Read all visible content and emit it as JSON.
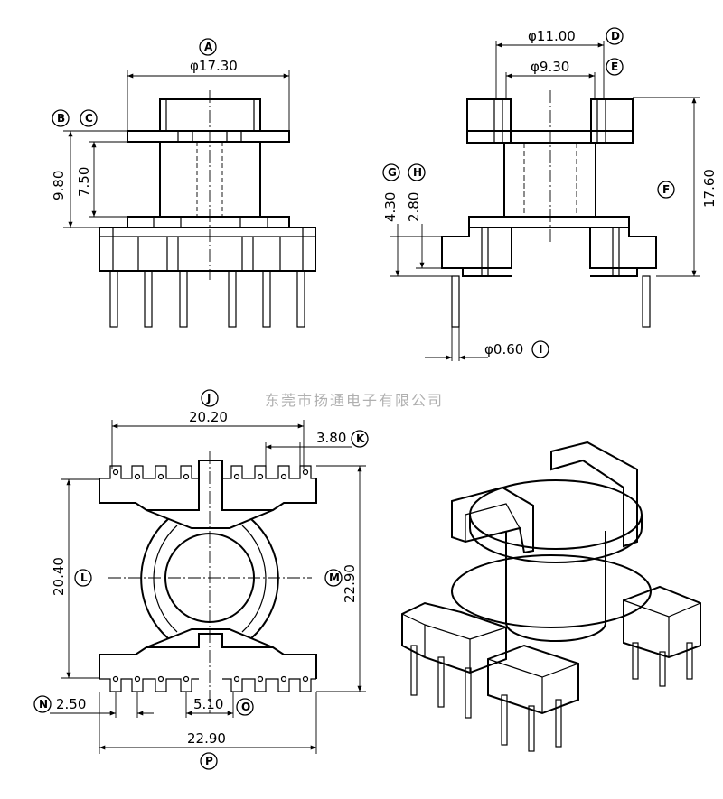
{
  "watermark": "东莞市扬通电子有限公司",
  "front_view": {
    "dims": {
      "A": "φ17.30",
      "B_height": "9.80",
      "C_height": "7.50"
    },
    "labels": [
      "A",
      "B",
      "C"
    ]
  },
  "side_view": {
    "dims": {
      "D": "φ11.00",
      "E": "φ9.30",
      "F": "17.60",
      "G": "4.30",
      "H": "2.80",
      "I": "φ0.60"
    },
    "labels": [
      "D",
      "E",
      "F",
      "G",
      "H",
      "I"
    ]
  },
  "top_view": {
    "dims": {
      "J": "20.20",
      "K": "3.80",
      "L": "20.40",
      "M": "22.90",
      "N": "2.50",
      "O": "5.10",
      "P": "22.90"
    },
    "labels": [
      "J",
      "K",
      "L",
      "M",
      "N",
      "O",
      "P"
    ]
  },
  "iso_view": {
    "description": ""
  }
}
